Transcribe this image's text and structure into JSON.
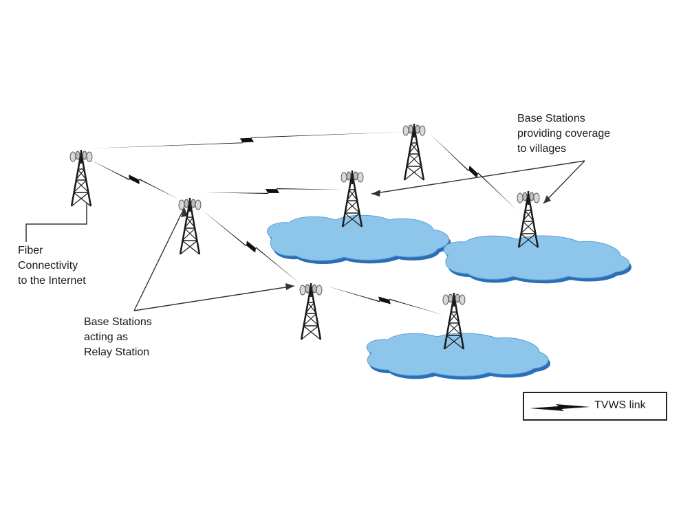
{
  "labels": {
    "fiber": [
      "Fiber",
      "Connectivity",
      "to the Internet"
    ],
    "relay": [
      "Base Stations",
      "acting as",
      "Relay Station"
    ],
    "villages": [
      "Base Stations",
      "providing coverage",
      "to villages"
    ]
  },
  "legend": {
    "text": "TVWS link"
  },
  "colors": {
    "cloud_fill": "#8ec5ea",
    "cloud_shadow": "#2a6fb6",
    "tower": "#1a1a1a",
    "link": "#111111"
  }
}
